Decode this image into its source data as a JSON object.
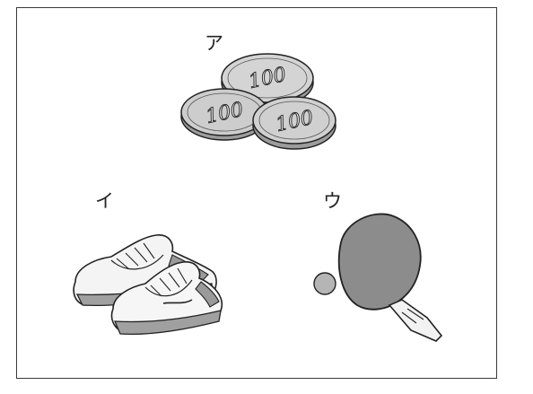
{
  "options": [
    {
      "key": "a",
      "label": "ア",
      "item_icon": "coins-icon"
    },
    {
      "key": "i",
      "label": "イ",
      "item_icon": "sneakers-icon"
    },
    {
      "key": "u",
      "label": "ウ",
      "item_icon": "table-tennis-paddle-icon"
    }
  ],
  "coins": {
    "denomination": "100",
    "count": 3
  },
  "colors": {
    "line": "#222222",
    "coin_fill": "#cfcfcf",
    "paddle_face": "#8c8c8c",
    "shoe_gray": "#9a9a9a",
    "ball": "#b5b5b5"
  }
}
